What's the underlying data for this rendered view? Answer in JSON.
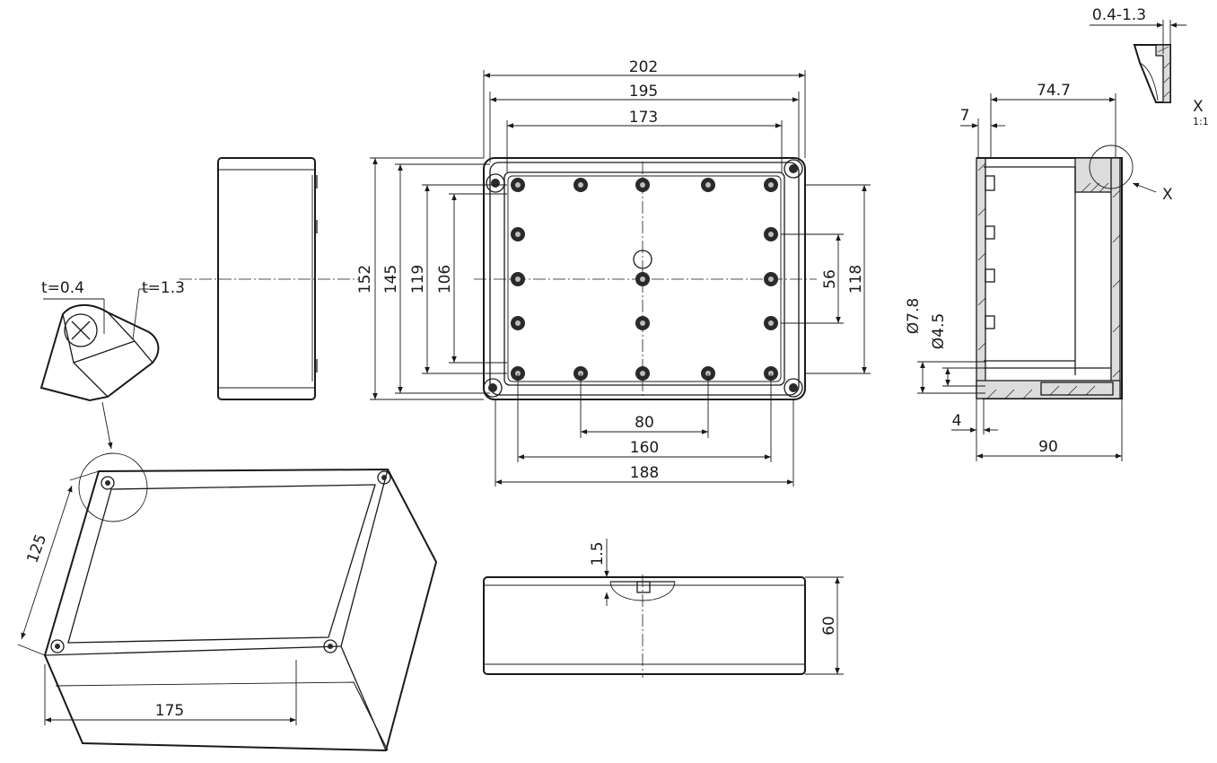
{
  "top_view": {
    "width_total": "202",
    "width_inner": "195",
    "width_lid": "173",
    "height_total": "152",
    "height_inner": "145",
    "height_119": "119",
    "height_106": "106",
    "right_56": "56",
    "right_118": "118",
    "bottom_80": "80",
    "bottom_160": "160",
    "bottom_188": "188"
  },
  "section_view": {
    "depth_74_7": "74.7",
    "wall_7": "7",
    "dia_7_8": "Ø7.8",
    "dia_4_5": "Ø4.5",
    "dim_4": "4",
    "height_90": "90",
    "detail_marker": "X"
  },
  "detail_x": {
    "thickness": "0.4-1.3",
    "label": "X",
    "scale": "1:1"
  },
  "front_view": {
    "groove": "1.5",
    "height": "60"
  },
  "corner_detail": {
    "t1": "t=0.4",
    "t2": "t=1.3"
  },
  "iso_view": {
    "width": "175",
    "depth": "125"
  }
}
